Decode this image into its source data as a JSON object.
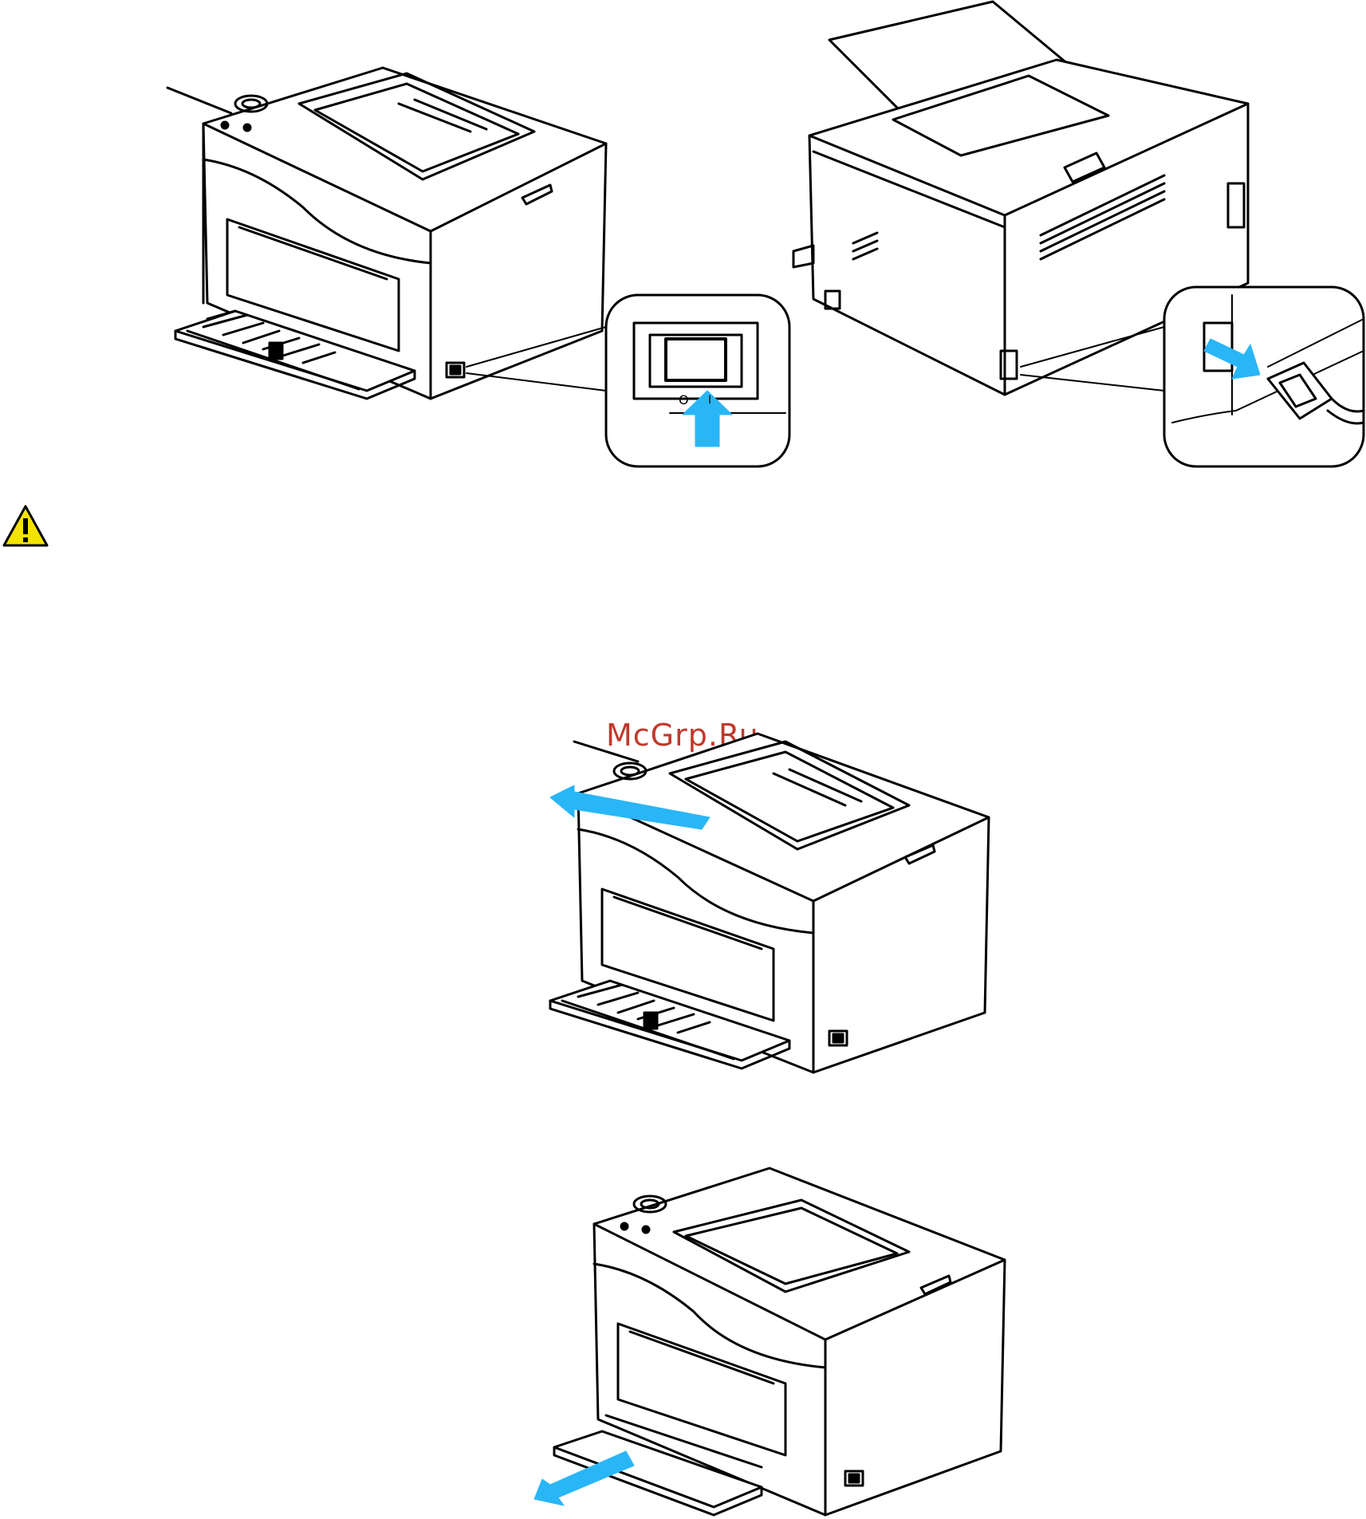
{
  "watermark": {
    "text": "McGrp.Ru",
    "color": "#c0392b"
  },
  "colors": {
    "accent_arrow": "#29b6f6",
    "line": "#000000",
    "warning_fill": "#f4e300"
  },
  "icons": {
    "warning": "warning-triangle-icon",
    "switch_arrow": "arrow-up-icon",
    "unplug_arrow": "arrow-right-icon",
    "remove_arrow": "arrow-left-icon",
    "pull_arrow": "arrow-down-left-icon"
  },
  "switch": {
    "off_symbol": "O",
    "on_symbol": "I"
  }
}
